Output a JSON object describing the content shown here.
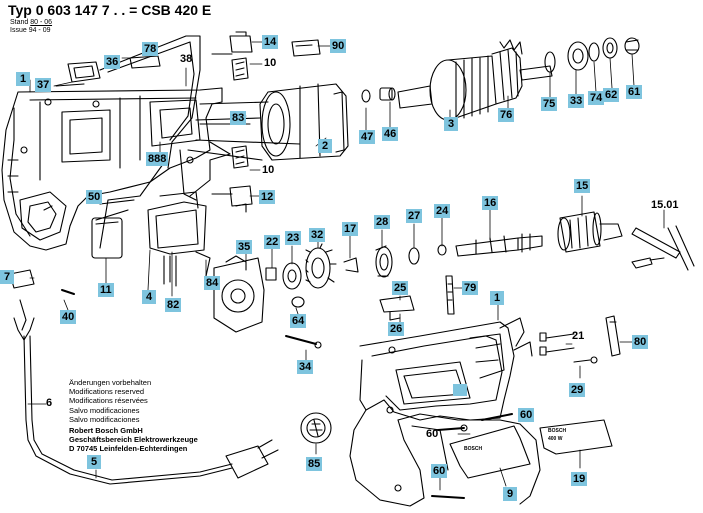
{
  "header": {
    "title": "Typ 0 603 147 7 . . = CSB 420 E",
    "stand_label": "Stand",
    "stand_value": "80 - 06",
    "issue_label": "Issue",
    "issue_value": "94 - 09"
  },
  "notes": {
    "lines": [
      "Änderungen vorbehalten",
      "Modifications reserved",
      "Modifications réservées",
      "Salvo modificaciones",
      "Salvo modificaciones"
    ],
    "company": [
      "Robert Bosch GmbH",
      "Geschäftsbereich Elektrowerkzeuge",
      "D 70745 Leinfelden-Echterdingen"
    ]
  },
  "part_labels": {
    "p14": "14",
    "p90": "90",
    "p78": "78",
    "p36": "36",
    "p38": "38",
    "p10a": "10",
    "p1a": "1",
    "p37": "37",
    "p2": "2",
    "p47": "47",
    "p46": "46",
    "p3": "3",
    "p76": "76",
    "p75": "75",
    "p33": "33",
    "p74": "74",
    "p62": "62",
    "p61": "61",
    "p83": "83",
    "p888": "888",
    "p10b": "10",
    "p12": "12",
    "p50": "50",
    "p11": "11",
    "p4": "4",
    "p82": "82",
    "p84": "84",
    "p35": "35",
    "p22": "22",
    "p23": "23",
    "p32": "32",
    "p17": "17",
    "p28": "28",
    "p27": "27",
    "p24": "24",
    "p16": "16",
    "p15": "15",
    "p1501": "15.01",
    "p7": "7",
    "p40": "40",
    "p64": "64",
    "p25": "25",
    "p79": "79",
    "p26": "26",
    "p1b": "1",
    "p21": "21",
    "p80": "80",
    "p34": "34",
    "p29": "29",
    "p6": "6",
    "p60a": "60",
    "p60b": "60",
    "p60c": "60",
    "p85": "85",
    "p5": "5",
    "p9": "9",
    "p19": "19"
  },
  "plate_text": {
    "bosch_small": "BOSCH",
    "bosch_right": "BOSCH",
    "watt": "400 W"
  },
  "colors": {
    "label_fill": "#7ec4de",
    "line": "#000000"
  }
}
